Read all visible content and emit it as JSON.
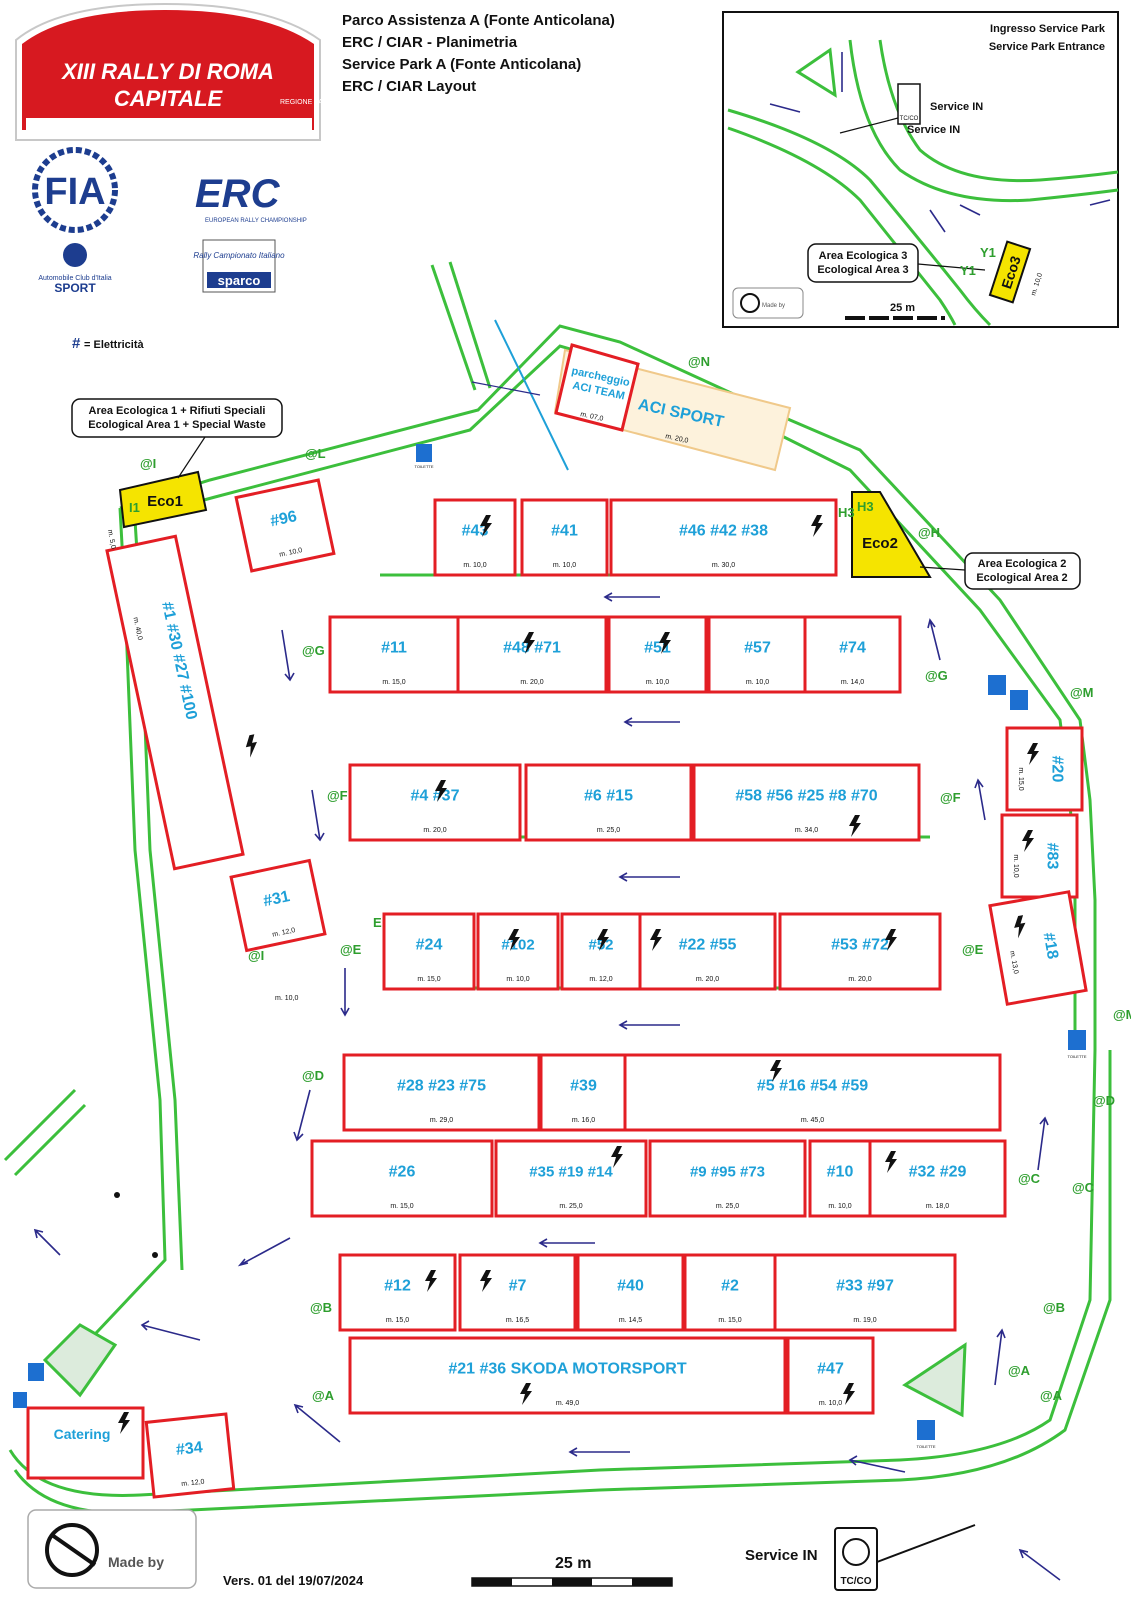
{
  "header": {
    "lines": [
      "Parco Assistenza A (Fonte Anticolana)",
      "ERC / CIAR - Planimetria",
      "Service Park A (Fonte Anticolana)",
      "ERC / CIAR Layout"
    ],
    "rally_line1": "XIII RALLY DI ROMA",
    "rally_line2": "CAPITALE",
    "region": "REGIONE LAZIO"
  },
  "logos": {
    "fia": "FIA",
    "erc": "ERC",
    "erc_sub": "EUROPEAN RALLY CHAMPIONSHIP",
    "aci": "Automobile Club d'Italia",
    "aci_sport": "SPORT",
    "sparco": "sparco",
    "rally_it": "Rally Campionato Italiano"
  },
  "legend": {
    "symbol": "#",
    "text": "= Elettricità"
  },
  "inset": {
    "title1": "Ingresso Service Park",
    "title2": "Service Park Entrance",
    "service_in_1": "Service IN",
    "service_in_2": "Service IN",
    "tcco": "TC/CO",
    "eco_area_1": "Area Ecologica 3",
    "eco_area_2": "Ecological Area 3",
    "eco_label": "Eco3",
    "y1": "Y1",
    "len": "m. 10,0",
    "scale": "25 m",
    "madeby": "Made by"
  },
  "callouts": {
    "eco1_1": "Area Ecologica 1 + Rifiuti Speciali",
    "eco1_2": "Ecological Area 1 + Special Waste",
    "eco2_1": "Area Ecologica 2",
    "eco2_2": "Ecological Area 2"
  },
  "zones": {
    "eco1": "Eco1",
    "eco2": "Eco2",
    "h3": "H3",
    "i1": "I1",
    "aci_sport": "ACI SPORT",
    "aci_sport_len": "m. 20,0",
    "parcheggio1": "parcheggio",
    "parcheggio2": "ACI TEAM",
    "parcheggio_len": "m. 07,0",
    "catering": "Catering",
    "toilette": "TOILETTE"
  },
  "markers": [
    "@N",
    "@L",
    "@I",
    "@H",
    "@G",
    "@G",
    "@M",
    "@F",
    "@F",
    "@E",
    "@E",
    "@I",
    "@D",
    "@D",
    "@C",
    "@C",
    "@B",
    "@B",
    "@A",
    "@A",
    "@A",
    "@M",
    "E",
    "m. 5,0",
    "m. 10,0"
  ],
  "spaces": [
    {
      "label": "#43",
      "len": "m. 10,0"
    },
    {
      "label": "#41",
      "len": "m. 10,0"
    },
    {
      "label": "#46 #42 #38",
      "len": "m. 30,0"
    },
    {
      "label": "#96",
      "len": "m. 10,0"
    },
    {
      "label": "#1 #30 #27 #100",
      "len": "m. 40,0"
    },
    {
      "label": "#11",
      "len": "m. 15,0"
    },
    {
      "label": "#48 #71",
      "len": "m. 20,0"
    },
    {
      "label": "#51",
      "len": "m. 10,0"
    },
    {
      "label": "#57",
      "len": "m. 10,0"
    },
    {
      "label": "#74",
      "len": "m. 14,0"
    },
    {
      "label": "#20",
      "len": "m. 15,0"
    },
    {
      "label": "#4 #37",
      "len": "m. 20,0"
    },
    {
      "label": "#6 #15",
      "len": "m. 25,0"
    },
    {
      "label": "#58 #56 #25 #8  #70",
      "len": "m. 34,0"
    },
    {
      "label": "#83",
      "len": "m. 10,0"
    },
    {
      "label": "#31",
      "len": "m. 12,0"
    },
    {
      "label": "#24",
      "len": "m. 15,0"
    },
    {
      "label": "#102",
      "len": "m. 10,0"
    },
    {
      "label": "#52",
      "len": "m. 12,0"
    },
    {
      "label": "#22  #55",
      "len": "m. 20,0"
    },
    {
      "label": "#53 #72",
      "len": "m. 20,0"
    },
    {
      "label": "#18",
      "len": "m. 13,0"
    },
    {
      "label": "#28 #23 #75",
      "len": "m. 29,0"
    },
    {
      "label": "#39",
      "len": "m. 16,0"
    },
    {
      "label": "#5 #16 #54 #59",
      "len": "m. 45,0"
    },
    {
      "label": "#26",
      "len": "m. 15,0"
    },
    {
      "label": "#35 #19 #14",
      "len": "m. 25,0"
    },
    {
      "label": "#9 #95 #73",
      "len": "m. 25,0"
    },
    {
      "label": "#10",
      "len": "m. 10,0"
    },
    {
      "label": "#32 #29",
      "len": "m. 18,0"
    },
    {
      "label": "#12",
      "len": "m. 15,0"
    },
    {
      "label": "#7",
      "len": "m. 16,5"
    },
    {
      "label": "#40",
      "len": "m. 14,5"
    },
    {
      "label": "#2",
      "len": "m. 15,0"
    },
    {
      "label": "#33 #97",
      "len": "m. 19,0"
    },
    {
      "label": "#21 #36 SKODA MOTORSPORT",
      "len": "m. 49,0"
    },
    {
      "label": "#47",
      "len": "m. 10,0"
    },
    {
      "label": "#34",
      "len": "m. 12,0"
    }
  ],
  "footer": {
    "madeby": "Made by",
    "version": "Vers. 01 del 19/07/2024",
    "scale": "25 m",
    "service_in": "Service IN",
    "tcco": "TC/CO"
  }
}
